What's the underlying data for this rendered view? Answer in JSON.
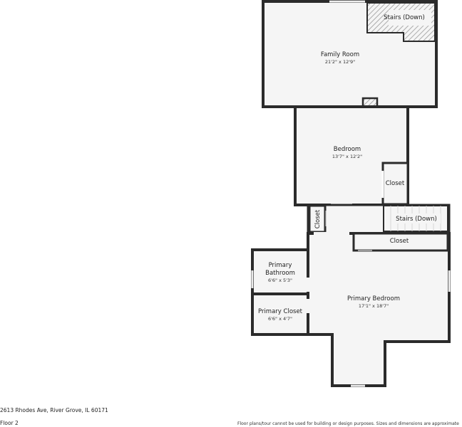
{
  "rooms": {
    "stairs_top": {
      "name": "Stairs (Down)"
    },
    "family_room": {
      "name": "Family Room",
      "dims": "21'2\" x 12'9\""
    },
    "bedroom": {
      "name": "Bedroom",
      "dims": "13'7\" x 12'2\""
    },
    "closet_bedroom": {
      "name": "Closet"
    },
    "closet_vertical": {
      "name": "Closet"
    },
    "stairs_mid": {
      "name": "Stairs (Down)"
    },
    "closet_wide": {
      "name": "Closet"
    },
    "primary_bathroom": {
      "name_line1": "Primary",
      "name_line2": "Bathroom",
      "dims": "6'6\" x 5'3\""
    },
    "primary_closet": {
      "name": "Primary Closet",
      "dims": "6'6\" x 4'7\""
    },
    "primary_bedroom": {
      "name": "Primary Bedroom",
      "dims": "17'1\" x 18'7\""
    }
  },
  "footer": {
    "address": "2613 Rhodes Ave, River Grove, IL 60171",
    "floor": "Floor 2",
    "disclaimer": "Floor plans/tour cannot be used for building or design purposes. Sizes and dimensions are approximate"
  },
  "colors": {
    "wall": "#2b2b2b",
    "floor_fill": "#f5f5f5",
    "hatch": "#888888"
  }
}
